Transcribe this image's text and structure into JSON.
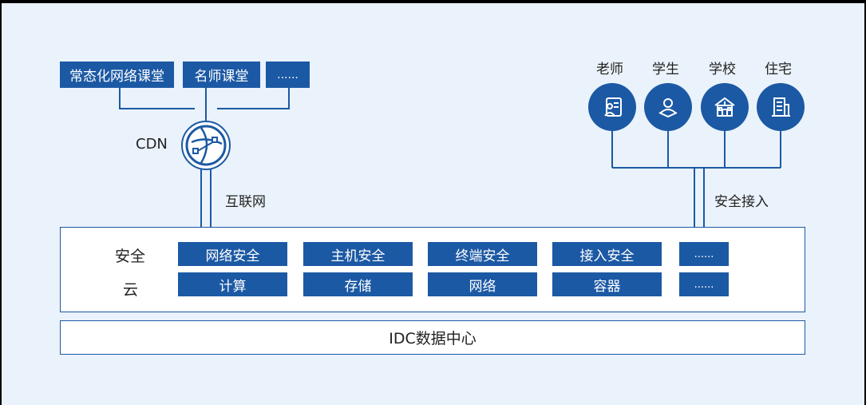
{
  "top_left_boxes": [
    "常态化网络课堂",
    "名师课堂",
    "......"
  ],
  "cdn_label": "CDN",
  "internet_label": "互联网",
  "access": {
    "labels": [
      "老师",
      "学生",
      "学校",
      "住宅"
    ],
    "icons": [
      "teacher-icon",
      "student-icon",
      "school-icon",
      "residence-icon"
    ],
    "secure_access_label": "安全接入"
  },
  "row_labels": {
    "security": "安全",
    "cloud": "云"
  },
  "security_items": [
    "网络安全",
    "主机安全",
    "终端安全",
    "接入安全",
    "......"
  ],
  "cloud_items": [
    "计算",
    "存储",
    "网络",
    "容器",
    "......"
  ],
  "idc_label": "IDC数据中心",
  "colors": {
    "accent": "#1c59a4",
    "background": "#eaf2fb"
  }
}
